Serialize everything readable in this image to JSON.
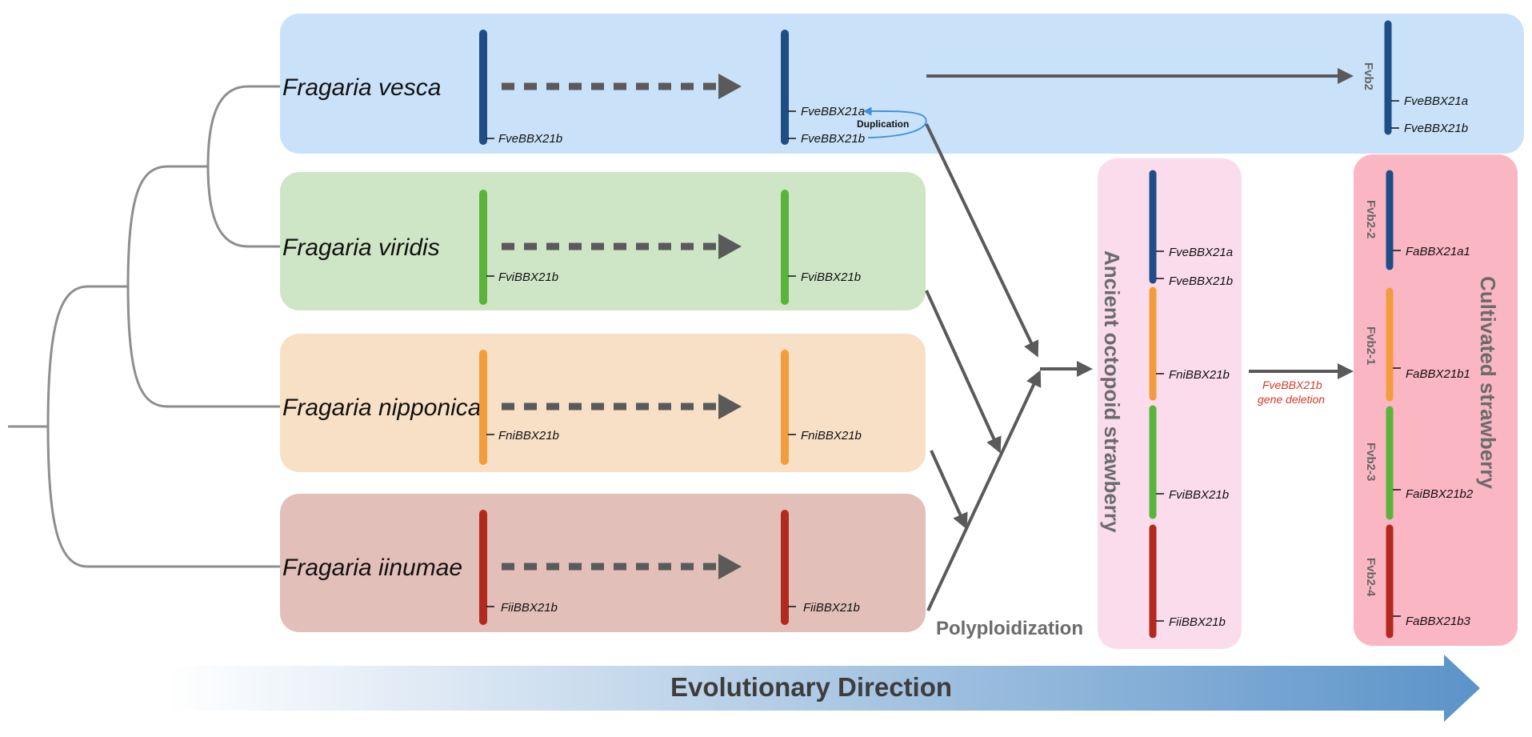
{
  "species": {
    "vesca": "Fragaria vesca",
    "viridis": "Fragaria viridis",
    "nipponica": "Fragaria nipponica",
    "iinumae": "Fragaria iinumae"
  },
  "genes": {
    "vesca_b_left": "FveBBX21b",
    "vesca_a_mid": "FveBBX21a",
    "vesca_b_mid": "FveBBX21b",
    "vesca_a_right": "FveBBX21a",
    "vesca_b_right": "FveBBX21b",
    "viridis_left": "FviBBX21b",
    "viridis_mid": "FviBBX21b",
    "nipponica_left": "FniBBX21b",
    "nipponica_mid": "FniBBX21b",
    "iinumae_left": "FiiBBX21b",
    "iinumae_mid": "FiiBBX21b",
    "octo_a": "FveBBX21a",
    "octo_b": "FveBBX21b",
    "octo_ni": "FniBBX21b",
    "octo_vi": "FviBBX21b",
    "octo_ii": "FiiBBX21b",
    "cult_a1": "FaBBX21a1",
    "cult_b1": "FaBBX21b1",
    "cult_b2": "FaiBBX21b2",
    "cult_b3": "FaBBX21b3"
  },
  "chromosomes": {
    "fvb2": "Fvb2",
    "fvb2_2": "Fvb2-2",
    "fvb2_1": "Fvb2-1",
    "fvb2_3": "Fvb2-3",
    "fvb2_4": "Fvb2-4"
  },
  "labels": {
    "duplication": "Duplication",
    "polyploidization": "Polyploidization",
    "ancient": "Ancient octopoid strawberry",
    "cultivated": "Cultivated strawberry",
    "deletion_line1": "FveBBX21b",
    "deletion_line2": "gene deletion",
    "evolutionary_direction": "Evolutionary Direction"
  },
  "colors": {
    "vesca_panel": "#cae2f9",
    "viridis_panel": "#cfe6c6",
    "nipponica_panel": "#f8e0c6",
    "iinumae_panel": "#e2bfb8",
    "ancient_panel": "#fadcec",
    "cultivated_panel": "#fbb6c4",
    "vesca_chr": "#1f4e87",
    "viridis_chr": "#5ab43c",
    "nipponica_chr": "#f39c3d",
    "iinumae_chr": "#b22a1e",
    "arrow": "#5a5a5a",
    "tree": "#8e8e8e",
    "duplication_arrow": "#3d8fe0",
    "deletion_text": "#d23a2a"
  }
}
